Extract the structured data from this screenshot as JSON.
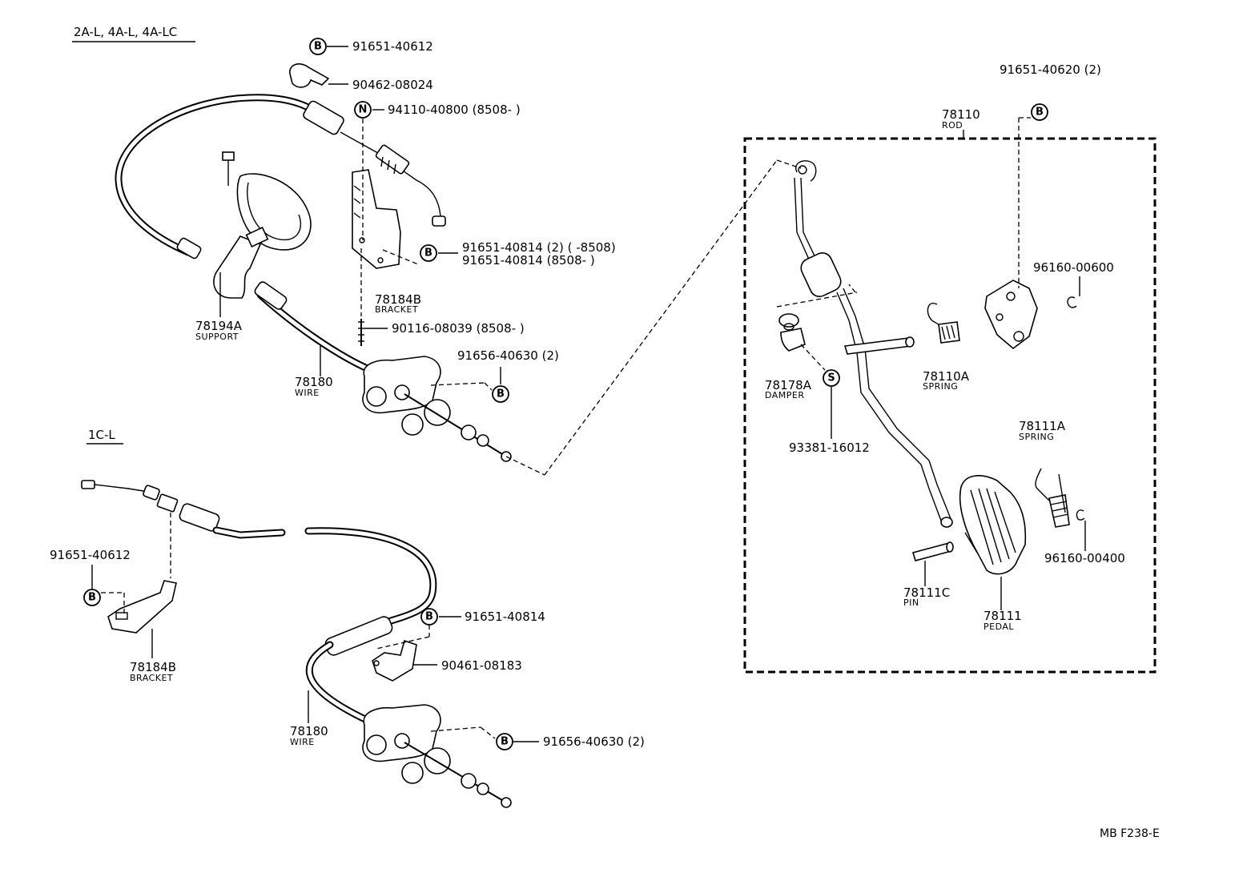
{
  "headers": {
    "engines_a": "2A-L, 4A-L, 4A-LC",
    "engines_b": "1C-L"
  },
  "symbols": {
    "b": "B",
    "n": "N",
    "s": "S"
  },
  "callouts": {
    "c1": "91651-40612",
    "c2": "90462-08024",
    "c3": "94110-40800 (8508-       )",
    "c4a": "91651-40814 (2) (       -8508)",
    "c4b": "91651-40814       (8508-       )",
    "c5": "90116-08039 (8508-       )",
    "c6": "91656-40630 (2)",
    "c7": "91651-40612",
    "c8": "91651-40814",
    "c9": "90461-08183",
    "c10": "91656-40630 (2)",
    "c11": "91651-40620 (2)",
    "c12": "96160-00600",
    "c13": "93381-16012",
    "c14": "96160-00400"
  },
  "parts": {
    "p1": {
      "number": "78184B",
      "name": "BRACKET"
    },
    "p2": {
      "number": "78194A",
      "name": "SUPPORT"
    },
    "p3": {
      "number": "78180",
      "name": "WIRE"
    },
    "p4": {
      "number": "78184B",
      "name": "BRACKET"
    },
    "p5": {
      "number": "78180",
      "name": "WIRE"
    },
    "p6": {
      "number": "78110",
      "name": "ROD"
    },
    "p7": {
      "number": "78178A",
      "name": "DAMPER"
    },
    "p8": {
      "number": "78110A",
      "name": "SPRING"
    },
    "p9": {
      "number": "78111A",
      "name": "SPRING"
    },
    "p10": {
      "number": "78111C",
      "name": "PIN"
    },
    "p11": {
      "number": "78111",
      "name": "PEDAL"
    }
  },
  "figure_code": "MB F238-E"
}
